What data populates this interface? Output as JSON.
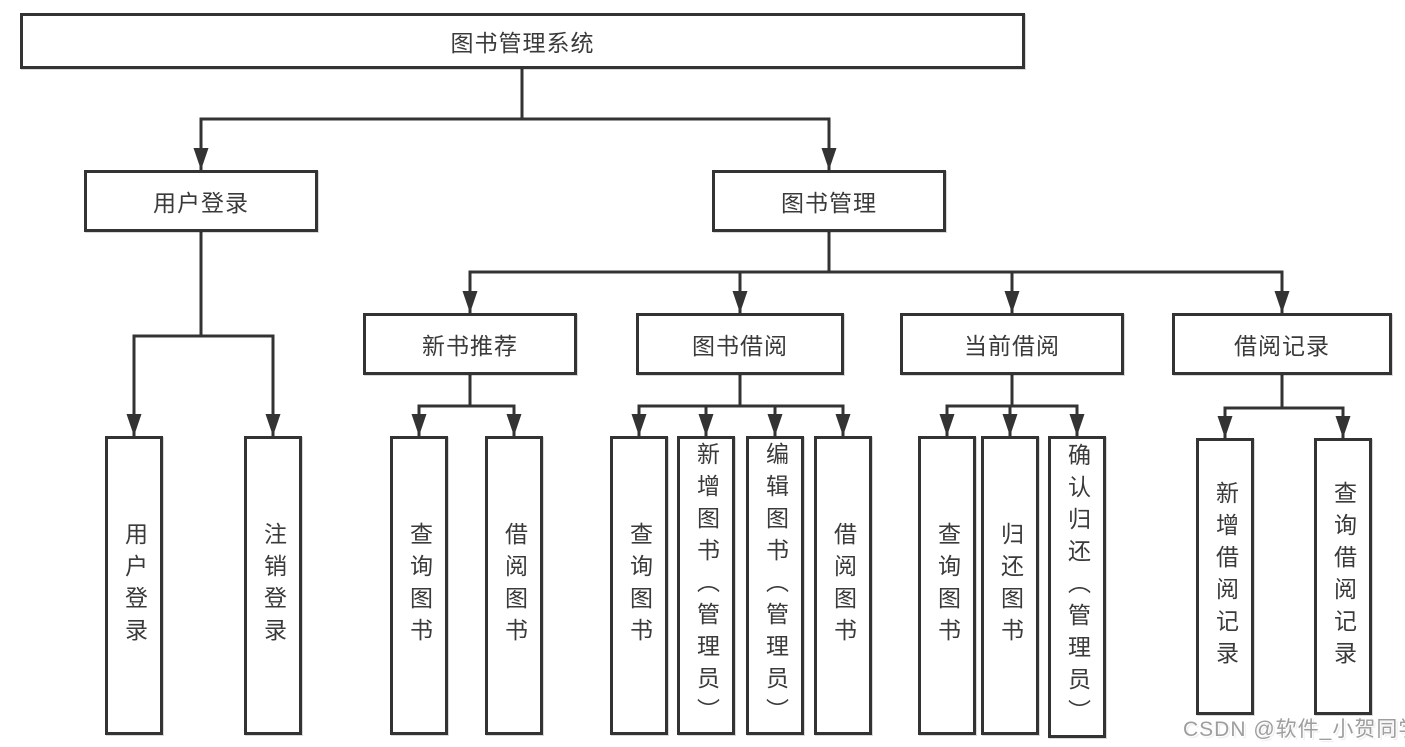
{
  "tree": {
    "root": {
      "label": "图书管理系统"
    },
    "user": {
      "label": "用户登录",
      "leaves": [
        {
          "label": "用户登录"
        },
        {
          "label": "注销登录"
        }
      ]
    },
    "book": {
      "label": "图书管理",
      "sections": [
        {
          "label": "新书推荐",
          "leaves": [
            {
              "label": "查询图书"
            },
            {
              "label": "借阅图书"
            }
          ]
        },
        {
          "label": "图书借阅",
          "leaves": [
            {
              "label": "查询图书"
            },
            {
              "label": "新增图书（管理员）"
            },
            {
              "label": "编辑图书（管理员）"
            },
            {
              "label": "借阅图书"
            }
          ]
        },
        {
          "label": "当前借阅",
          "leaves": [
            {
              "label": "查询图书"
            },
            {
              "label": "归还图书"
            },
            {
              "label": "确认归还（管理员）"
            }
          ]
        },
        {
          "label": "借阅记录",
          "leaves": [
            {
              "label": "新增借阅记录"
            },
            {
              "label": "查询借阅记录"
            }
          ]
        }
      ]
    }
  },
  "watermark": "CSDN @软件_小贺同学",
  "colors": {
    "line": "#333333",
    "text": "#3a3a3a",
    "background": "#ffffff",
    "watermark": "#9e9e9e"
  }
}
